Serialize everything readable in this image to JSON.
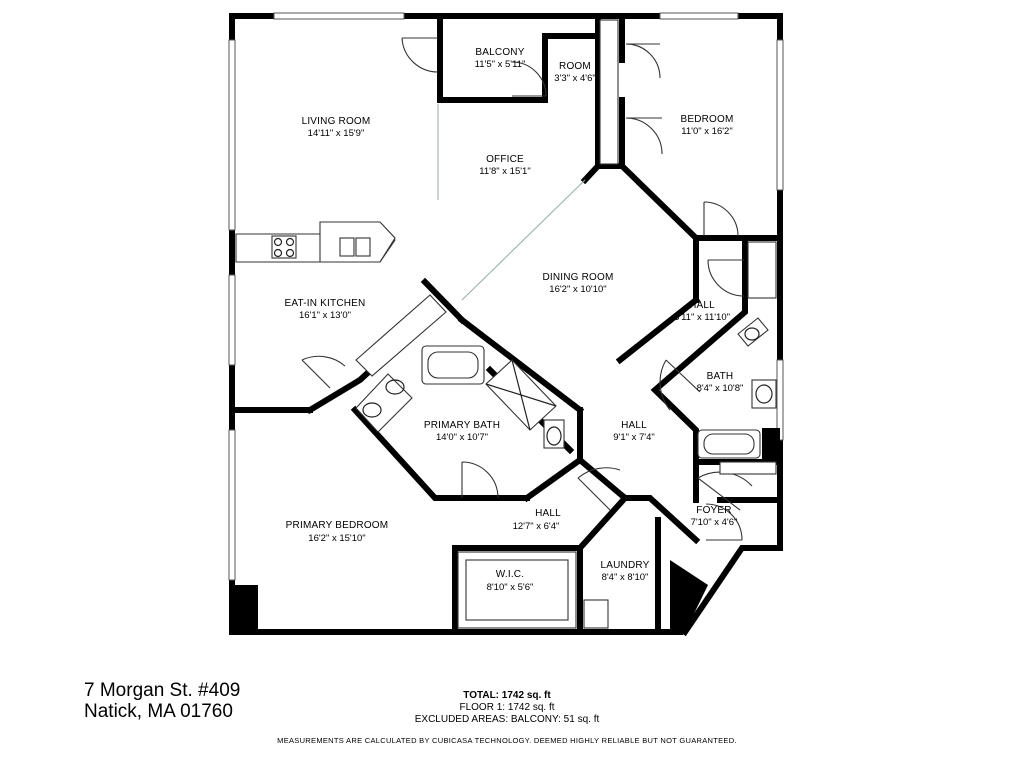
{
  "rooms": {
    "living_room": {
      "name": "LIVING ROOM",
      "dims": "14'11\" x 15'9\""
    },
    "balcony": {
      "name": "BALCONY",
      "dims": "11'5\" x 5'11\""
    },
    "room": {
      "name": "ROOM",
      "dims": "3'3\" x 4'6\""
    },
    "bedroom": {
      "name": "BEDROOM",
      "dims": "11'0\" x 16'2\""
    },
    "office": {
      "name": "OFFICE",
      "dims": "11'8\" x 15'1\""
    },
    "dining_room": {
      "name": "DINING ROOM",
      "dims": "16'2\" x 10'10\""
    },
    "eat_in_kitchen": {
      "name": "EAT-IN KITCHEN",
      "dims": "16'1\" x 13'0\""
    },
    "hall_upper": {
      "name": "HALL",
      "dims": "3'11\" x 11'10\""
    },
    "bath": {
      "name": "BATH",
      "dims": "8'4\" x 10'8\""
    },
    "primary_bath": {
      "name": "PRIMARY BATH",
      "dims": "14'0\" x 10'7\""
    },
    "hall_center": {
      "name": "HALL",
      "dims": "9'1\" x 7'4\""
    },
    "hall_lower": {
      "name": "HALL",
      "dims": "12'7\" x 6'4\""
    },
    "foyer": {
      "name": "FOYER",
      "dims": "7'10\" x 4'6\""
    },
    "primary_bedroom": {
      "name": "PRIMARY BEDROOM",
      "dims": "16'2\" x 15'10\""
    },
    "wic": {
      "name": "W.I.C.",
      "dims": "8'10\" x 5'6\""
    },
    "laundry": {
      "name": "LAUNDRY",
      "dims": "8'4\" x 8'10\""
    }
  },
  "address": {
    "line1": "7 Morgan St. #409",
    "line2": "Natick, MA 01760"
  },
  "stats": {
    "total": "TOTAL: 1742 sq. ft",
    "floor": "FLOOR 1: 1742 sq. ft",
    "excluded": "EXCLUDED AREAS: BALCONY: 51 sq. ft"
  },
  "disclaimer": "MEASUREMENTS ARE CALCULATED BY CUBICASA TECHNOLOGY. DEEMED HIGHLY RELIABLE BUT NOT GUARANTEED."
}
